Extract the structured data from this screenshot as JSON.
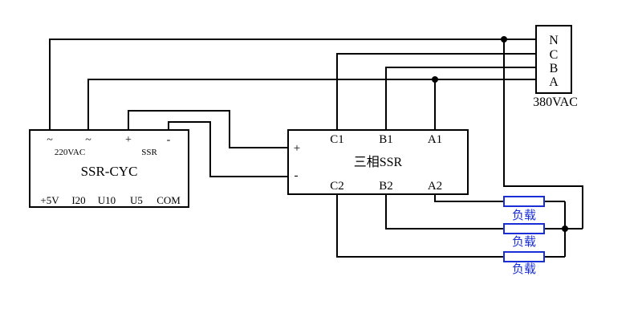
{
  "colors": {
    "line": "#000000",
    "load": "#1a2ed8",
    "background": "#ffffff"
  },
  "source": {
    "phases": [
      "N",
      "C",
      "B",
      "A"
    ],
    "voltage": "380VAC"
  },
  "ssr_cyc": {
    "name": "SSR-CYC",
    "top_terminals": [
      {
        "symbol": "~"
      },
      {
        "symbol": "~"
      },
      {
        "symbol": "+"
      },
      {
        "symbol": "-"
      }
    ],
    "power_label": "220VAC",
    "ssr_label": "SSR",
    "bottom_terminals": [
      "+5V",
      "I20",
      "U10",
      "U5",
      "COM"
    ]
  },
  "three_phase_ssr": {
    "name": "三相SSR",
    "inputs": [
      "+",
      "-"
    ],
    "top_terminals": [
      "C1",
      "B1",
      "A1"
    ],
    "bottom_terminals": [
      "C2",
      "B2",
      "A2"
    ]
  },
  "loads": [
    {
      "label": "负载"
    },
    {
      "label": "负载"
    },
    {
      "label": "负载"
    }
  ]
}
